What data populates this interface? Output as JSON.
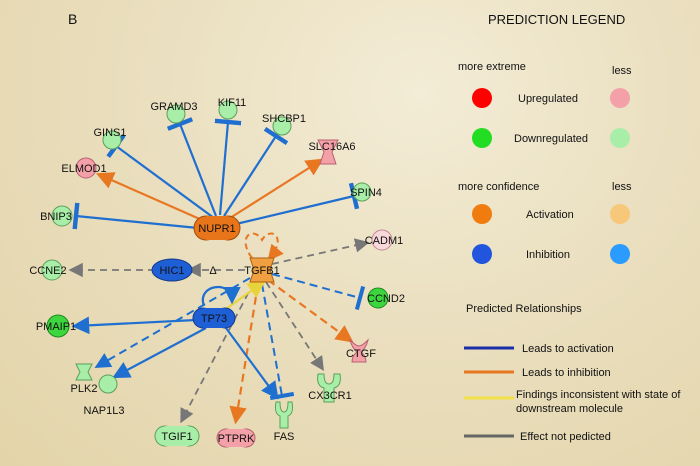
{
  "panel_label": "B",
  "legend": {
    "title": "PREDICTION LEGEND",
    "more_extreme": "more extreme",
    "less": "less",
    "upregulated": "Upregulated",
    "downregulated": "Downregulated",
    "more_confidence": "more confidence",
    "less2": "less",
    "activation": "Activation",
    "inhibition": "Inhibition",
    "predicted_relationships": "Predicted Relationships",
    "leads_to_activation": "Leads to activation",
    "leads_to_inhibition": "Leads to inhibition",
    "findings_line1": "Findings inconsistent with state of",
    "findings_line2": "downstream molecule",
    "effect_not_predicted": "Effect not pedicted"
  },
  "nodes": {
    "nupr1": "NUPR1",
    "tp73": "TP73",
    "hic1": "HIC1",
    "tgfb1": "TGFB1",
    "gins1": "GINS1",
    "gramd3": "GRAMD3",
    "kif11": "KIF11",
    "shcbp1": "SHCBP1",
    "slc16a6": "SLC16A6",
    "elmod1": "ELMOD1",
    "spin4": "SPIN4",
    "bnip3": "BNIP3",
    "ccne2": "CCNE2",
    "cadm1": "CADM1",
    "ccnd2": "CCND2",
    "pmaip1": "PMAIP1",
    "plk2": "PLK2",
    "nap1l3": "NAP1L3",
    "tgif1": "TGIF1",
    "ptprk": "PTPRK",
    "fas": "FAS",
    "cx3cr1": "CX3CR1",
    "ctgf": "CTGF"
  },
  "colors": {
    "activation_edge": "#e87722",
    "inhibition_edge": "#1f6fd1",
    "inconsistent_edge": "#f2e04a",
    "not_predicted_edge": "#777777",
    "up_strong": "#ff0000",
    "up_weak": "#f4a0a8",
    "down_strong": "#22dd22",
    "down_weak": "#a8eea8",
    "act_strong": "#f07c10",
    "act_weak": "#f7c77a",
    "inh_strong": "#2255dd",
    "inh_weak": "#2a9bff"
  }
}
